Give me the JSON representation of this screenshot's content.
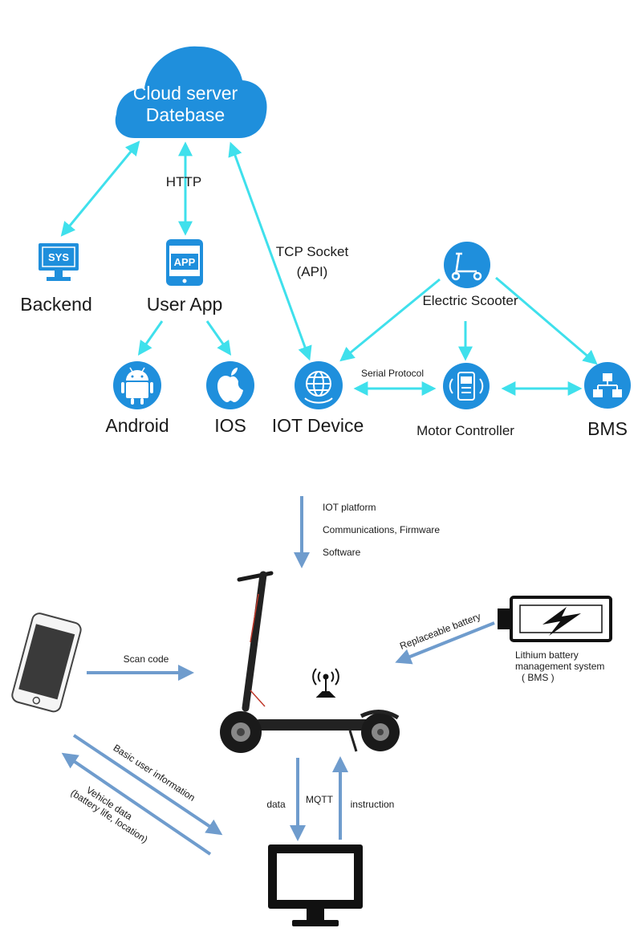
{
  "cloud": {
    "line1": "Cloud server",
    "line2": "Datebase"
  },
  "links": {
    "http": "HTTP",
    "tcp_line1": "TCP Socket",
    "tcp_line2": "(API)",
    "serial": "Serial Protocol"
  },
  "nodes": {
    "backend": "Backend",
    "backend_icon_text": "SYS",
    "user_app": "User App",
    "user_app_icon_text": "APP",
    "android": "Android",
    "ios": "IOS",
    "iot_device": "IOT Device",
    "electric_scooter": "Electric Scooter",
    "motor_controller": "Motor Controller",
    "bms": "BMS"
  },
  "iot_platform": {
    "line1": "IOT platform",
    "line2": "Communications, Firmware",
    "line3": "Software"
  },
  "battery": {
    "arrow_label": "Replaceable battery",
    "line1": "Lithium battery",
    "line2": "management system",
    "line3": "( BMS )"
  },
  "phone": {
    "scan_code": "Scan code"
  },
  "user_info": {
    "basic": "Basic user information",
    "vehicle_line1": "Vehicle data",
    "vehicle_line2": "(battery life, location)"
  },
  "mqtt": {
    "data": "data",
    "protocol": "MQTT",
    "instruction": "instruction"
  },
  "colors": {
    "cyan": "#3fe0ec",
    "blue_icon": "#1f8fdc",
    "steel": "#6f9ccd"
  }
}
